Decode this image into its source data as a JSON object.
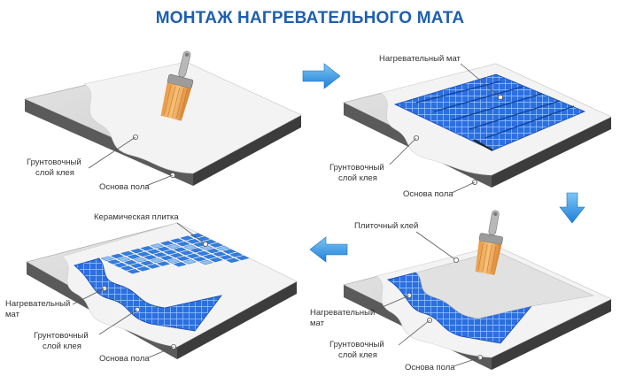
{
  "title": "МОНТАЖ НАГРЕВАТЕЛЬНОГО МАТА",
  "colors": {
    "title": "#1f5fae",
    "base_top": "#d6d6d6",
    "base_side": "#4a4a4a",
    "primer": "#f0f0f0",
    "mat": "#1c5fd6",
    "tile": "#2f7fe0",
    "tile_light": "#8ec2f2",
    "arrow": "#2a8de0"
  },
  "steps": [
    {
      "labels": {
        "primer": [
          "Грунтовочный",
          "слой клея"
        ],
        "base": [
          "Основа пола"
        ]
      }
    },
    {
      "labels": {
        "mat": [
          "Нагревательный мат"
        ],
        "primer": [
          "Грунтовочный",
          "слой клея"
        ],
        "base": [
          "Основа пола"
        ]
      }
    },
    {
      "labels": {
        "tile_adhesive": [
          "Плиточный клей"
        ],
        "mat": [
          "Нагревательный",
          "мат"
        ],
        "primer": [
          "Грунтовочный",
          "слой клея"
        ],
        "base": [
          "Основа пола"
        ]
      }
    },
    {
      "labels": {
        "tile": [
          "Керамическая плитка"
        ],
        "mat": [
          "Нагревательный",
          "мат"
        ],
        "primer": [
          "Грунтовочный",
          "слой клея"
        ],
        "base": [
          "Основа пола"
        ]
      }
    }
  ],
  "icons": [
    "paint-brush-icon",
    "arrow-right-icon",
    "arrow-down-icon",
    "arrow-left-icon"
  ]
}
